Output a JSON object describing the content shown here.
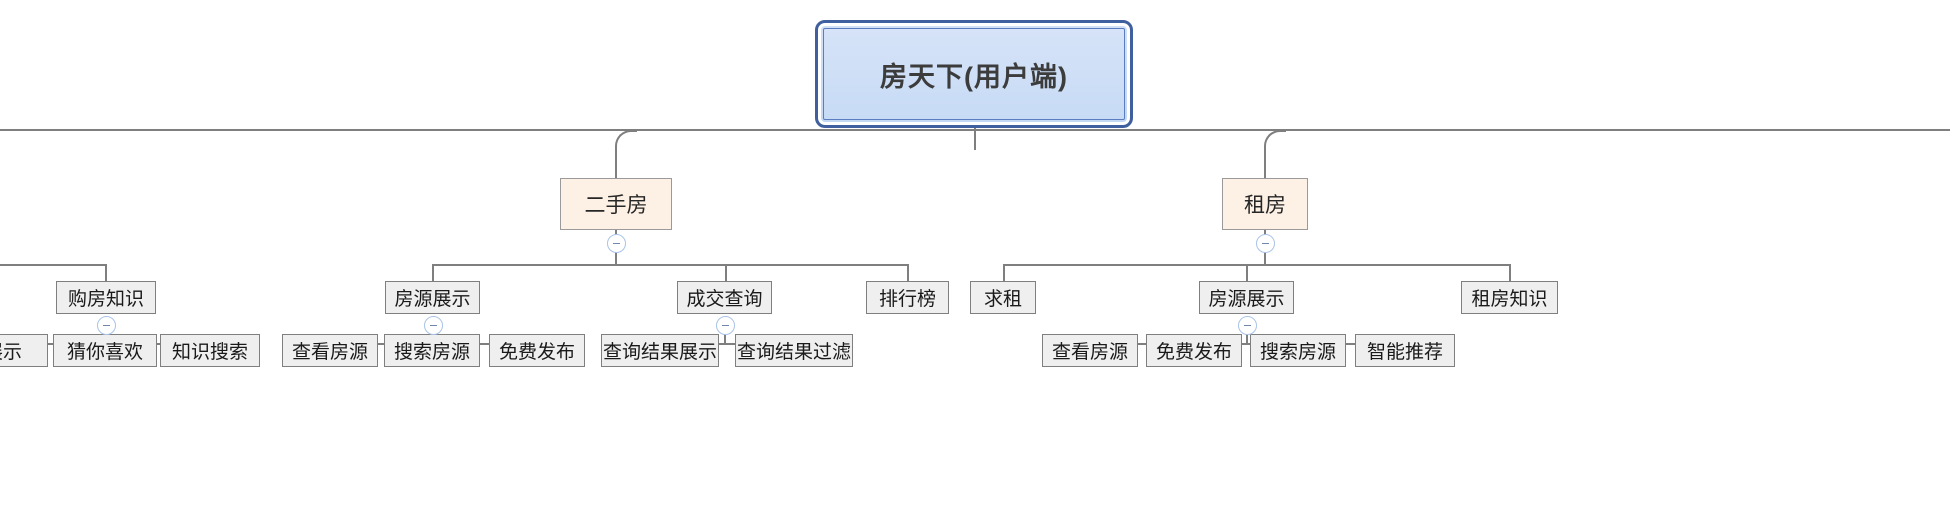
{
  "diagram": {
    "type": "mind-map-tree",
    "title": "房天下(用户端)",
    "orientation": "top-down",
    "colors": {
      "root_fill": "#cbdcf6",
      "root_border": "#3f5f9e",
      "level2_fill": "#fdf1e6",
      "level2_border": "#9a9a9a",
      "leaf_fill": "#efefef",
      "leaf_border": "#7f7f7f",
      "connector": "#7f7f7f",
      "toggle_border": "#a9c3e8",
      "toggle_glyph": "#6f86ad",
      "background": "#ffffff"
    },
    "root": {
      "label": "房天下(用户端)"
    },
    "level2": [
      {
        "id": "ershoufang",
        "label": "二手房",
        "collapse_state": "expanded",
        "toggle_glyph": "minus"
      },
      {
        "id": "zufang",
        "label": "租房",
        "collapse_state": "expanded",
        "toggle_glyph": "minus"
      }
    ],
    "level3": [
      {
        "id": "gfzs",
        "label": "购房知识",
        "parent": "clipped-left",
        "collapse_state": "expanded",
        "toggle_glyph": "minus"
      },
      {
        "id": "fyzs_esf",
        "label": "房源展示",
        "parent": "ershoufang",
        "collapse_state": "expanded",
        "toggle_glyph": "minus"
      },
      {
        "id": "cjcx",
        "label": "成交查询",
        "parent": "ershoufang",
        "collapse_state": "expanded",
        "toggle_glyph": "minus"
      },
      {
        "id": "phb",
        "label": "排行榜",
        "parent": "ershoufang",
        "collapse_state": "leaf"
      },
      {
        "id": "qz",
        "label": "求租",
        "parent": "zufang",
        "collapse_state": "leaf"
      },
      {
        "id": "fyzs_zf",
        "label": "房源展示",
        "parent": "zufang",
        "collapse_state": "expanded",
        "toggle_glyph": "minus"
      },
      {
        "id": "zfzs",
        "label": "租房知识",
        "parent": "zufang",
        "collapse_state": "leaf"
      }
    ],
    "level4": [
      {
        "id": "l4a",
        "label": "展示",
        "parent": "gfzs",
        "clipped": true
      },
      {
        "id": "l4b",
        "label": "猜你喜欢",
        "parent": "gfzs"
      },
      {
        "id": "l4c",
        "label": "知识搜索",
        "parent": "gfzs"
      },
      {
        "id": "l4d",
        "label": "查看房源",
        "parent": "fyzs_esf"
      },
      {
        "id": "l4e",
        "label": "搜索房源",
        "parent": "fyzs_esf"
      },
      {
        "id": "l4f",
        "label": "免费发布",
        "parent": "fyzs_esf"
      },
      {
        "id": "l4g",
        "label": "查询结果展示",
        "parent": "cjcx"
      },
      {
        "id": "l4h",
        "label": "查询结果过滤",
        "parent": "cjcx"
      },
      {
        "id": "l4i",
        "label": "查看房源",
        "parent": "fyzs_zf"
      },
      {
        "id": "l4j",
        "label": "免费发布",
        "parent": "fyzs_zf"
      },
      {
        "id": "l4k",
        "label": "搜索房源",
        "parent": "fyzs_zf"
      },
      {
        "id": "l4l",
        "label": "智能推荐",
        "parent": "fyzs_zf"
      }
    ]
  }
}
